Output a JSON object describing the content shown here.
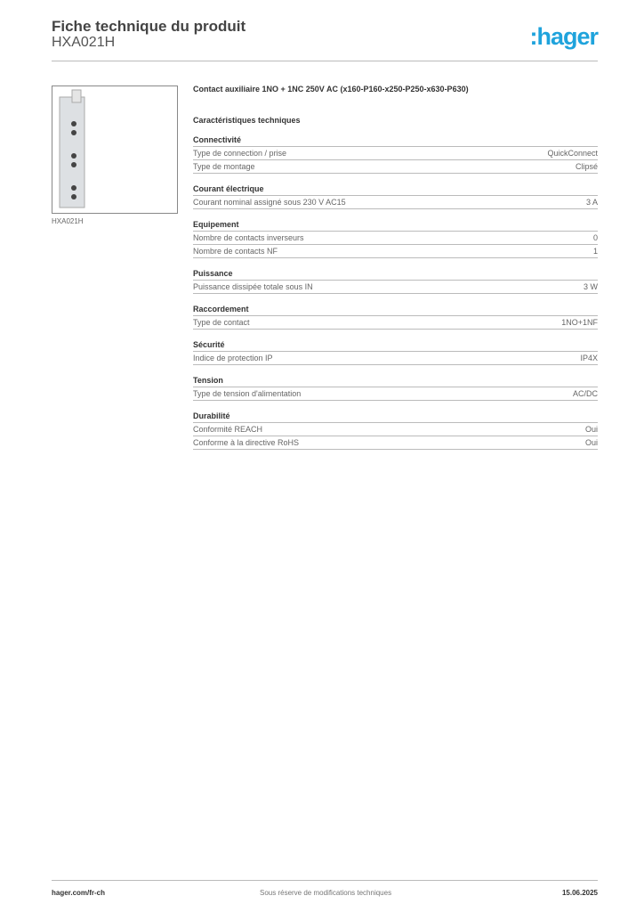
{
  "header": {
    "title": "Fiche technique du produit",
    "model": "HXA021H",
    "logo": ":hager"
  },
  "image_caption": "HXA021H",
  "product_name": "Contact auxiliaire 1NO + 1NC 250V AC (x160-P160-x250-P250-x630-P630)",
  "characteristics_title": "Caractéristiques techniques",
  "sections": [
    {
      "title": "Connectivité",
      "rows": [
        [
          "Type de connection / prise",
          "QuickConnect"
        ],
        [
          "Type de montage",
          "Clipsé"
        ]
      ]
    },
    {
      "title": "Courant électrique",
      "rows": [
        [
          "Courant nominal assigné sous 230 V AC15",
          "3 A"
        ]
      ]
    },
    {
      "title": "Equipement",
      "rows": [
        [
          "Nombre de contacts inverseurs",
          "0"
        ],
        [
          "Nombre de contacts NF",
          "1"
        ]
      ]
    },
    {
      "title": "Puissance",
      "rows": [
        [
          "Puissance dissipée totale sous IN",
          "3 W"
        ]
      ]
    },
    {
      "title": "Raccordement",
      "rows": [
        [
          "Type de contact",
          "1NO+1NF"
        ]
      ]
    },
    {
      "title": "Sécurité",
      "rows": [
        [
          "Indice de protection IP",
          "IP4X"
        ]
      ]
    },
    {
      "title": "Tension",
      "rows": [
        [
          "Type de tension d'alimentation",
          "AC/DC"
        ]
      ]
    },
    {
      "title": "Durabilité",
      "rows": [
        [
          "Conformité REACH",
          "Oui"
        ],
        [
          "Conforme à la directive RoHS",
          "Oui"
        ]
      ]
    }
  ],
  "footer": {
    "website": "hager.com/fr-ch",
    "notice": "Sous réserve de modifications techniques",
    "date": "15.06.2025"
  }
}
